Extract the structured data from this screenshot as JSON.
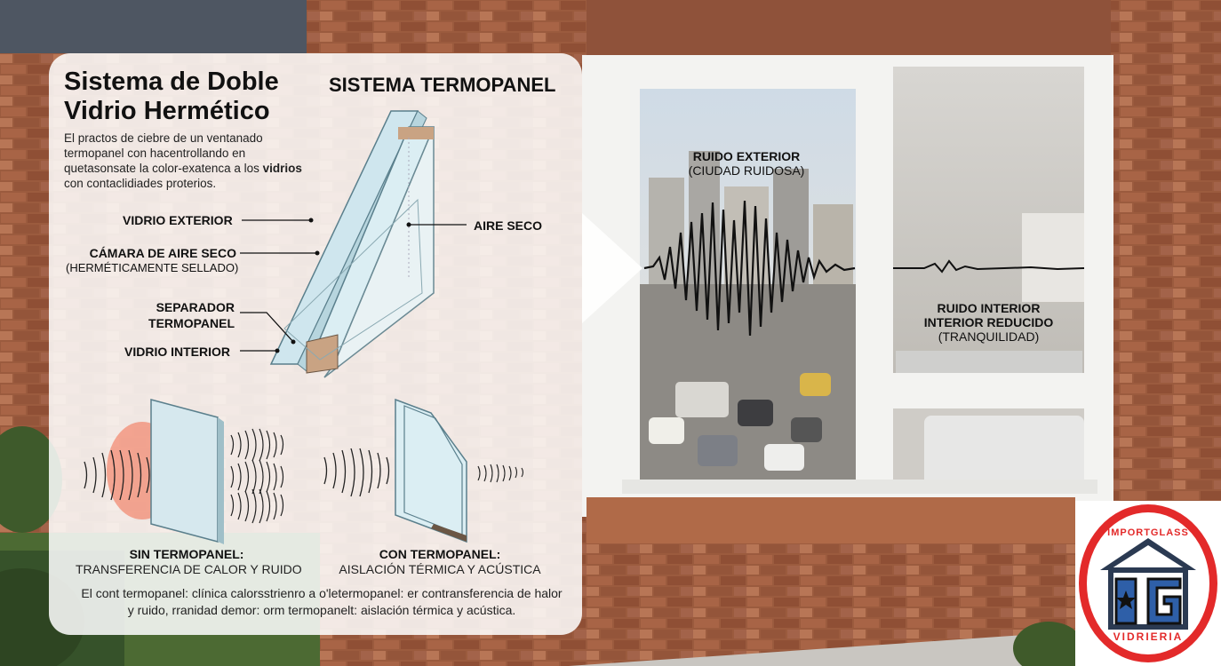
{
  "heading": {
    "title": "Sistema de Doble Vidrio Hermético",
    "subtitle": "SISTEMA TERMOPANEL",
    "intro_main": "El practos de ciebre de un ventanado termopanel con hacentrollando en quetasonsate la color-exatenca a los ",
    "intro_bold": "vidrios",
    "intro_end": " con contaclidiades proterios."
  },
  "diagram_labels": {
    "vidrio_exterior": "VIDRIO EXTERIOR",
    "camara_aire": "CÁMARA DE AIRE SECO",
    "camara_aire_sub": "(HERMÉTICAMENTE SELLADO)",
    "separador_1": "SEPARADOR",
    "separador_2": "TERMOPANEL",
    "vidrio_interior": "VIDRIO INTERIOR",
    "aire_seco": "AIRE SECO"
  },
  "comparison": {
    "sin_title": "SIN TERMOPANEL:",
    "sin_text": "TRANSFERENCIA DE CALOR Y RUIDO",
    "con_title": "CON TERMOPANEL:",
    "con_text": "AISLACIÓN TÉRMICA Y ACÚSTICA"
  },
  "footnote": "El cont termopanel: clínica calorsstrienro a o'letermopanel: er contransferencia de halor y ruido, rranidad demor: orm termopanelt: aislación térmica y acústica.",
  "window": {
    "exterior_title": "RUIDO EXTERIOR",
    "exterior_sub": "(CIUDAD RUIDOSA)",
    "interior_title_1": "RUIDO INTERIOR",
    "interior_title_2": "INTERIOR REDUCIDO",
    "interior_sub": "(TRANQUILIDAD)"
  },
  "logo": {
    "top_text": "IMPORTGLASS",
    "bottom_text": "VIDRIERIA",
    "letters": "iG"
  },
  "colors": {
    "brick": "#9c5a3c",
    "accent_red": "#e32a2a",
    "logo_blue": "#2e5fa8",
    "glass": "#cfe6ee"
  }
}
